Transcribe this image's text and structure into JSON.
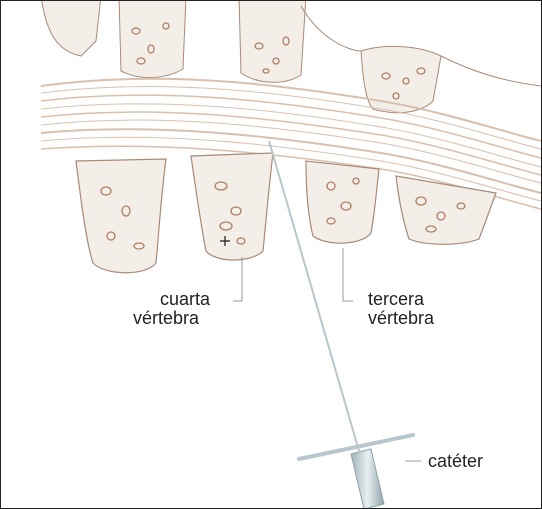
{
  "labels": {
    "fourth_line1": "cuarta",
    "fourth_line2": "vértebra",
    "third_line1": "tercera",
    "third_line2": "vértebra",
    "catheter": "catéter"
  },
  "colors": {
    "bone_outline": "#a88a78",
    "bone_fill": "#f4eee8",
    "pore": "#b07d62",
    "canal": "#d8c0ae",
    "needle": "#b8c7cd",
    "leader": "#999999"
  }
}
